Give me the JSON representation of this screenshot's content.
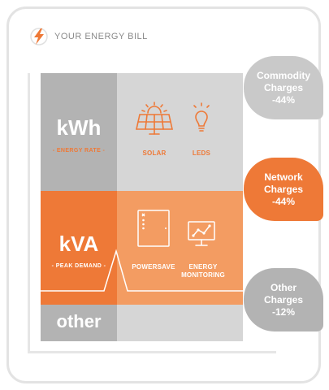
{
  "header": {
    "title": "YOUR ENERGY BILL",
    "icon": "lightning-bolt-icon"
  },
  "colors": {
    "orange": "#ee7937",
    "light_orange": "#f39c62",
    "gray": "#b3b3b3",
    "light_gray": "#d6d6d6"
  },
  "rows": {
    "kwh": {
      "title": "kWh",
      "subtitle": "- ENERGY RATE -"
    },
    "kva": {
      "title": "kVA",
      "subtitle": "- PEAK DEMAND -"
    },
    "other": {
      "title": "other"
    }
  },
  "icons": {
    "solar": {
      "label": "SOLAR",
      "icon": "solar-panel-icon"
    },
    "leds": {
      "label": "LEDS",
      "icon": "light-bulb-icon"
    },
    "powersave": {
      "label": "POWERSAVE",
      "icon": "powersave-device-icon"
    },
    "energy_monitoring": {
      "label_line1": "ENERGY",
      "label_line2": "MONITORING",
      "icon": "monitor-graph-icon"
    }
  },
  "bubbles": {
    "commodity": {
      "line1": "Commodity",
      "line2": "Charges",
      "line3": "-44%"
    },
    "network": {
      "line1": "Network",
      "line2": "Charges",
      "line3": "-44%"
    },
    "other": {
      "line1": "Other",
      "line2": "Charges",
      "line3": "-12%"
    }
  }
}
